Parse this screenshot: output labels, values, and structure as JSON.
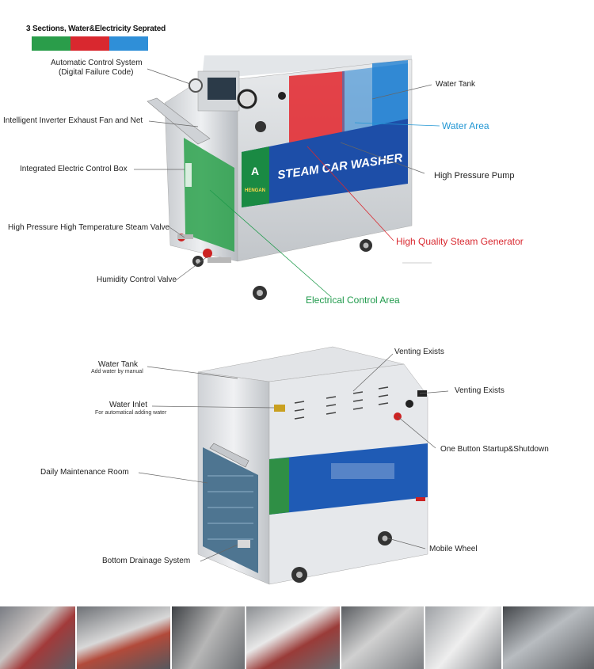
{
  "legend": {
    "title": "3 Sections, Water&Electricity Seprated",
    "colors": [
      "#2a9d4a",
      "#d9282f",
      "#2f8fd8"
    ]
  },
  "top_machine": {
    "brand_logo": "HENGAN",
    "banner": "STEAM CAR WASHER",
    "labels": {
      "auto_control": "Automatic Control System",
      "auto_control_sub": "(Digital Failure Code)",
      "exhaust_fan": "Intelligent Inverter Exhaust Fan and Net",
      "control_box": "Integrated Electric Control Box",
      "steam_valve": "High Pressure High Temperature Steam Valve",
      "humidity_valve": "Humidity Control Valve",
      "water_tank": "Water Tank",
      "water_area": "Water Area",
      "pump": "High Pressure Pump",
      "steam_generator": "High Quality Steam Generator",
      "electrical_area": "Electrical Control Area"
    },
    "area_colors": {
      "water": "#2196d3",
      "steam": "#d9282f",
      "electrical": "#1f9a4b"
    }
  },
  "bottom_machine": {
    "labels": {
      "water_tank": "Water Tank",
      "water_tank_sub": "Add water by manual",
      "water_inlet": "Water Inlet",
      "water_inlet_sub": "For automatical adding water",
      "venting_top": "Venting Exists",
      "venting_side": "Venting Exists",
      "startup": "One Button Startup&Shutdown",
      "maintenance": "Daily Maintenance Room",
      "drainage": "Bottom Drainage System",
      "wheel": "Mobile Wheel"
    }
  },
  "photo_strip": {
    "count": 7
  }
}
